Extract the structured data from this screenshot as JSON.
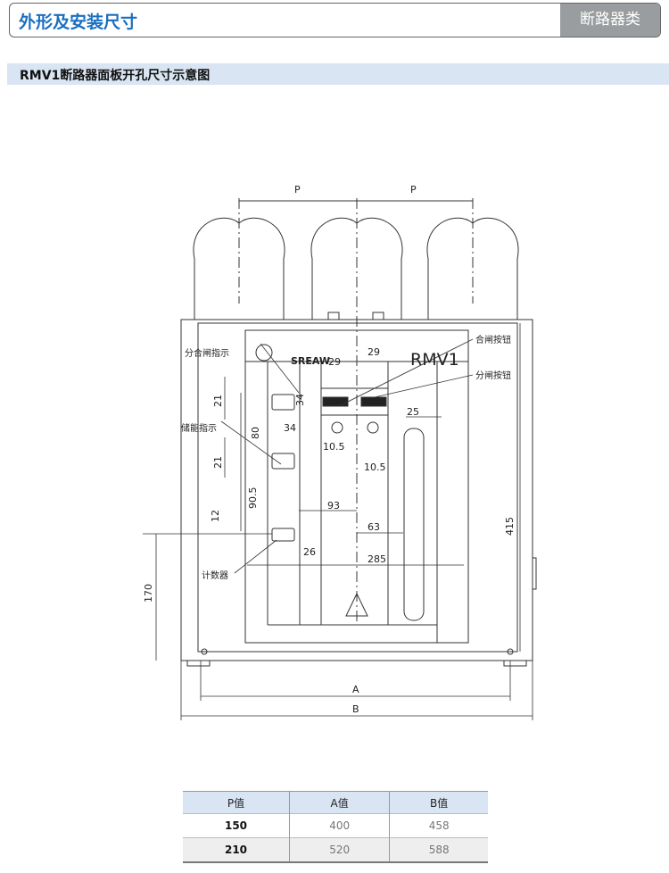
{
  "header": {
    "title": "外形及安装尺寸",
    "category_tab": "断路器类"
  },
  "section": {
    "title": "RMV1断路器面板开孔尺寸示意图"
  },
  "drawing": {
    "model": "RMV1",
    "brand": "SREAW",
    "labels": {
      "position_indicator": "分合闸指示",
      "energy_indicator": "储能指示",
      "counter": "计数器",
      "close_button": "合闸按钮",
      "open_button": "分闸按钮"
    },
    "dimensions": {
      "p": "P",
      "a": "A",
      "b": "B",
      "d29a": "29",
      "d29b": "29",
      "d34a": "34",
      "d34b": "34",
      "d21a": "21",
      "d21b": "21",
      "d80": "80",
      "d90_5": "90.5",
      "d12": "12",
      "d26": "26",
      "d93": "93",
      "d63": "63",
      "d285": "285",
      "d25": "25",
      "d10_5a": "10.5",
      "d10_5b": "10.5",
      "d415": "415",
      "d170": "170"
    }
  },
  "table": {
    "headers": [
      "P值",
      "A值",
      "B值"
    ],
    "rows": [
      [
        "150",
        "400",
        "458"
      ],
      [
        "210",
        "520",
        "588"
      ]
    ]
  }
}
